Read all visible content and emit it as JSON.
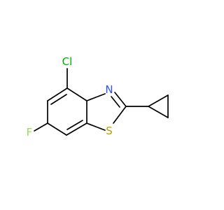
{
  "molecule": {
    "atoms": [
      {
        "id": "cl",
        "symbol": "Cl",
        "color": "#00aa00"
      },
      {
        "id": "n",
        "symbol": "N",
        "color": "#3050f8"
      },
      {
        "id": "f",
        "symbol": "F",
        "color": "#90e050"
      },
      {
        "id": "s",
        "symbol": "S",
        "color": "#b8a000"
      }
    ]
  }
}
